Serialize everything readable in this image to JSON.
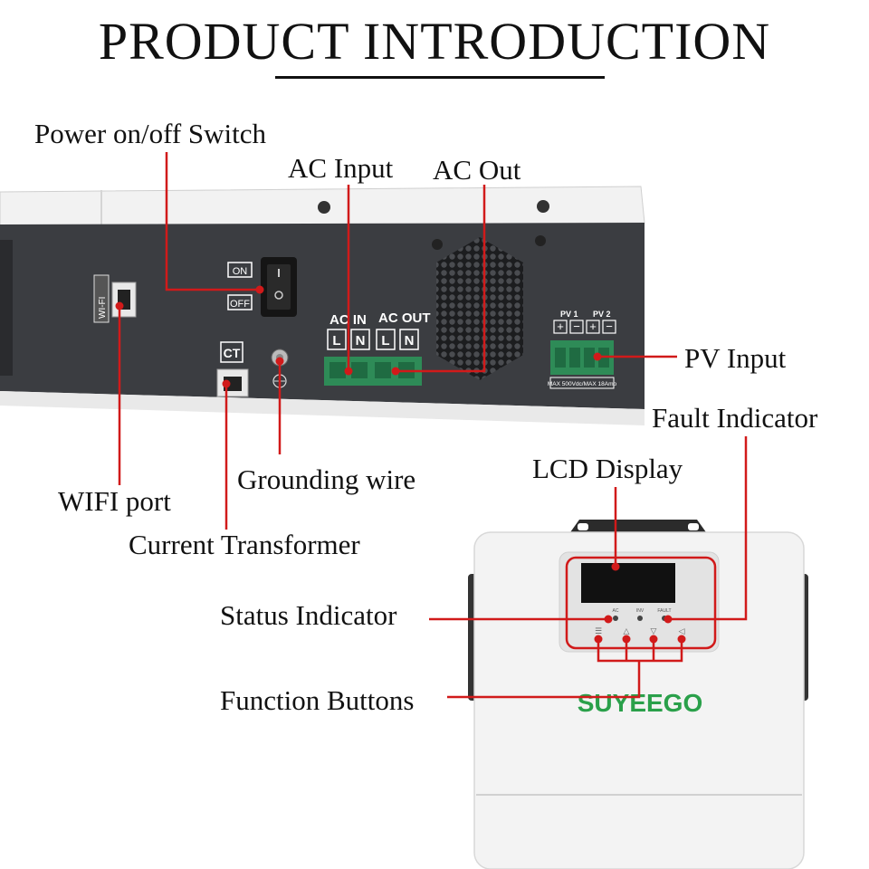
{
  "title": "PRODUCT INTRODUCTION",
  "callouts": {
    "power_switch": "Power on/off Switch",
    "ac_input": "AC Input",
    "ac_out": "AC Out",
    "pv_input": "PV Input",
    "fault_indicator": "Fault Indicator",
    "lcd_display": "LCD Display",
    "grounding_wire": "Grounding wire",
    "wifi_port": "WIFI port",
    "current_transformer": "Current Transformer",
    "status_indicator": "Status Indicator",
    "function_buttons": "Function Buttons"
  },
  "panel": {
    "on": "ON",
    "off": "OFF",
    "wifi": "WI-FI",
    "ct": "CT",
    "ac_in": "AC IN",
    "ac_out": "AC OUT",
    "l": "L",
    "n": "N",
    "pv1": "PV 1",
    "pv2": "PV 2",
    "pv_rating": "MAX 500Vdc/MAX 18Amp"
  },
  "front": {
    "brand": "SUYEEGO",
    "led_ac": "AC",
    "led_inv": "INV",
    "led_fault": "FAULT"
  },
  "colors": {
    "callout_line": "#d11a1a",
    "brand_green": "#2aa04a",
    "terminal_green": "#2e8b57",
    "housing_dark": "#3b3d41"
  }
}
